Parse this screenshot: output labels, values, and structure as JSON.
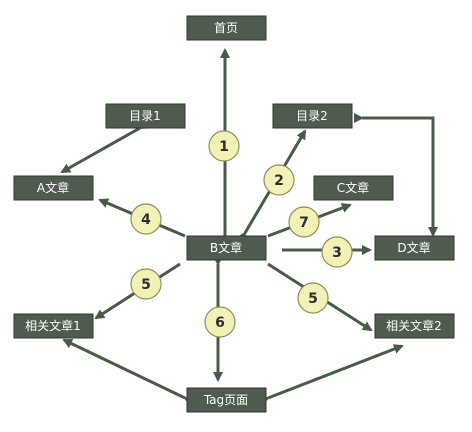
{
  "colors": {
    "node_fill": "#4f5b4f",
    "edge": "#4a5a48",
    "badge_fill": "#f2f1b8",
    "badge_stroke": "#8f8f54"
  },
  "nodes": {
    "home": "首页",
    "dir1": "目录1",
    "dir2": "目录2",
    "a_article": "A文章",
    "b_article": "B文章",
    "c_article": "C文章",
    "d_article": "D文章",
    "related1": "相关文章1",
    "related2": "相关文章2",
    "tag_page": "Tag页面"
  },
  "badges": {
    "b1": "1",
    "b2": "2",
    "b3": "3",
    "b4": "4",
    "b5a": "5",
    "b5b": "5",
    "b6": "6",
    "b7": "7"
  }
}
